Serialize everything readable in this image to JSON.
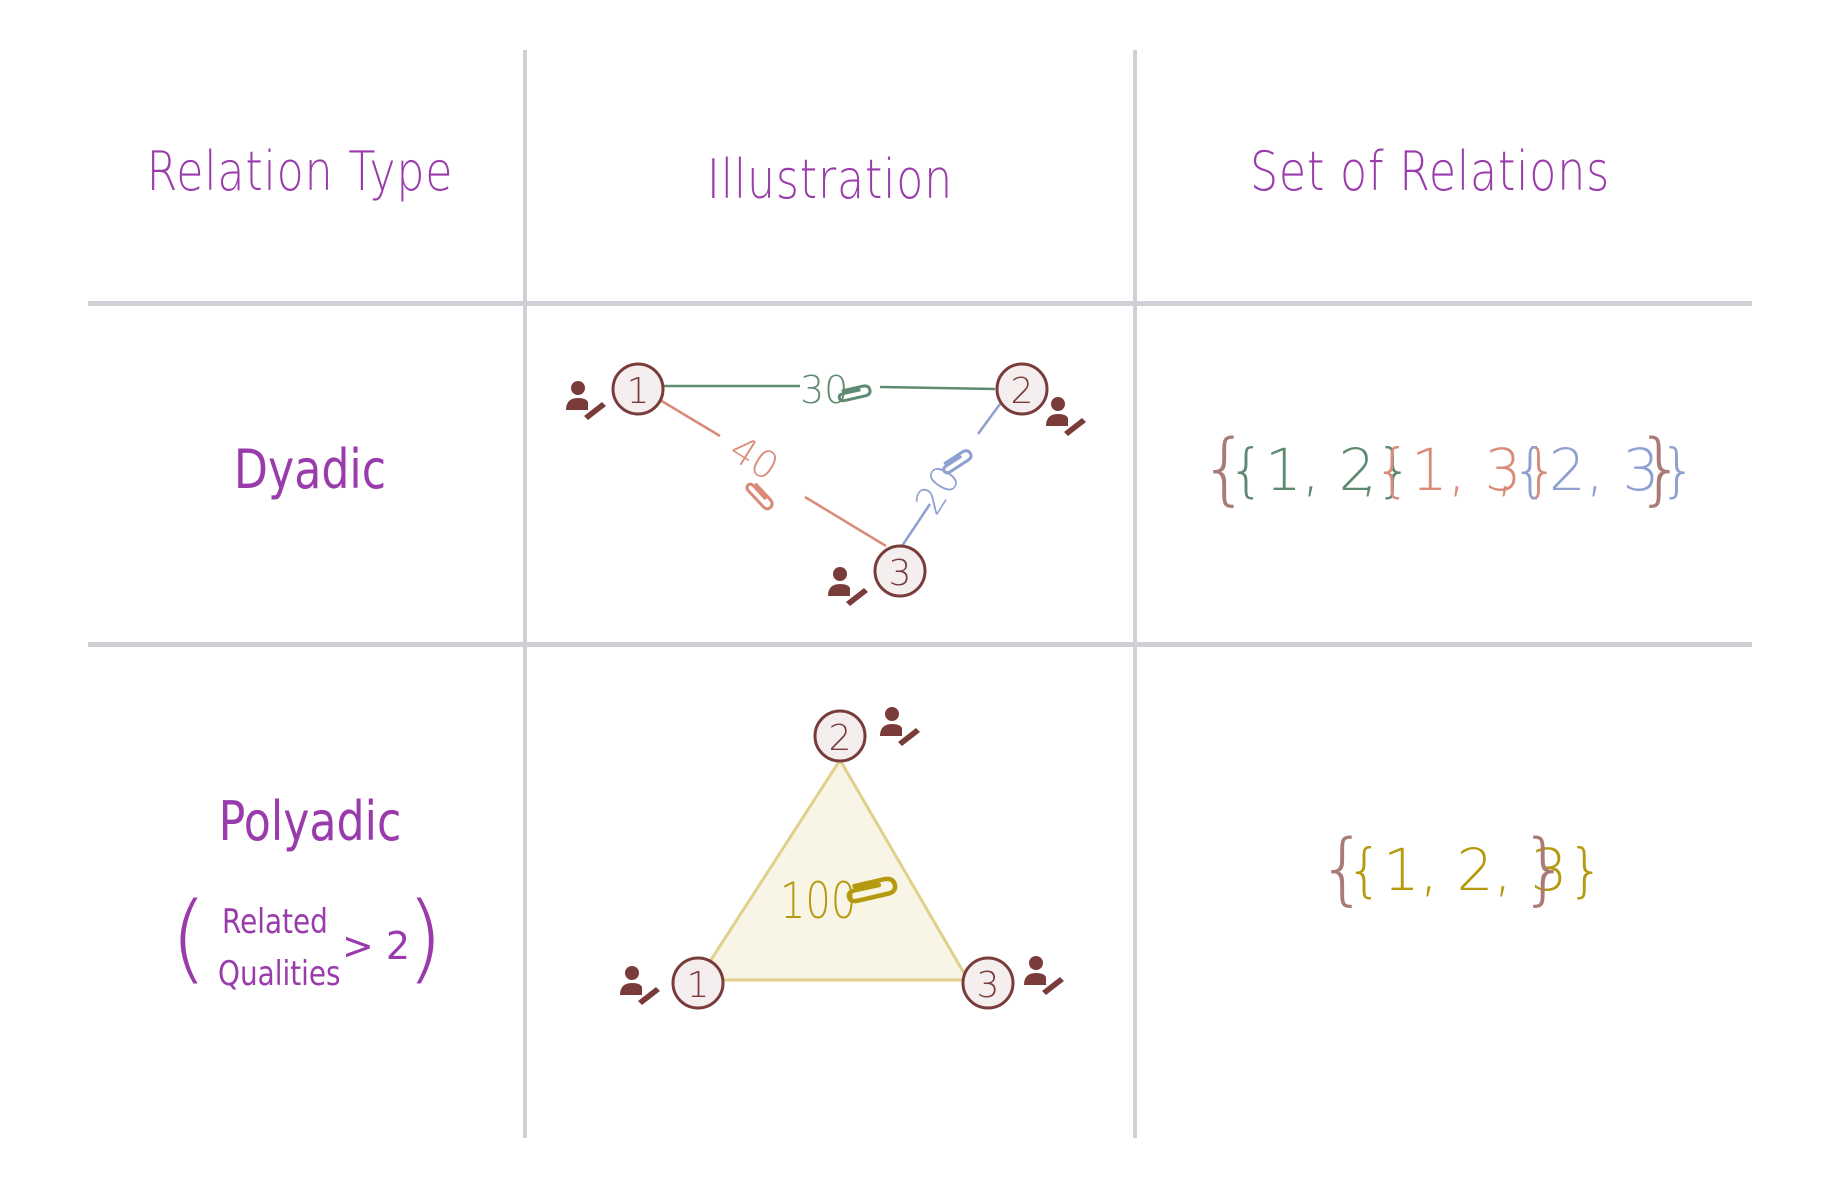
{
  "headers": {
    "relation_type": "Relation Type",
    "illustration": "Illustration",
    "set_of_relations": "Set of Relations"
  },
  "rows": {
    "dyadic": {
      "label": "Dyadic",
      "nodes": [
        "1",
        "2",
        "3"
      ],
      "edges": [
        {
          "label": "30",
          "color": "#5f8a72"
        },
        {
          "label": "40",
          "color": "#d98b78"
        },
        {
          "label": "20",
          "color": "#8ea0d0"
        }
      ],
      "set": {
        "outer_open": "{",
        "s1": "{1, 2}",
        "s2": "{1, 3}",
        "s3": "{2, 3}",
        "sep": ",",
        "outer_close": "}"
      }
    },
    "polyadic": {
      "label": "Polyadic",
      "sub_line1": "Related",
      "sub_line2": "Qualities",
      "gt": "> 2",
      "paren_open": "(",
      "paren_close": ")",
      "nodes": [
        "1",
        "2",
        "3"
      ],
      "hyperedge_label": "100",
      "set": {
        "outer_open": "{",
        "s1": "{1, 2, 3}",
        "outer_close": "}"
      }
    }
  },
  "colors": {
    "heading": "#9a3bab",
    "grid": "#cfcfd6",
    "node_stroke": "#7a3b3b",
    "node_fill": "#f4eeee",
    "person_icon": "#7a3b3b",
    "brace": "#a87a78",
    "edge_30": "#5f8a72",
    "edge_40": "#d98b78",
    "edge_20": "#8ea0d0",
    "hyperedge": "#b59a10",
    "hyperedge_fill": "#f8f5e6",
    "hyperedge_stroke": "#e0d08a"
  },
  "icons": [
    "person-icon",
    "paperclip-icon"
  ]
}
